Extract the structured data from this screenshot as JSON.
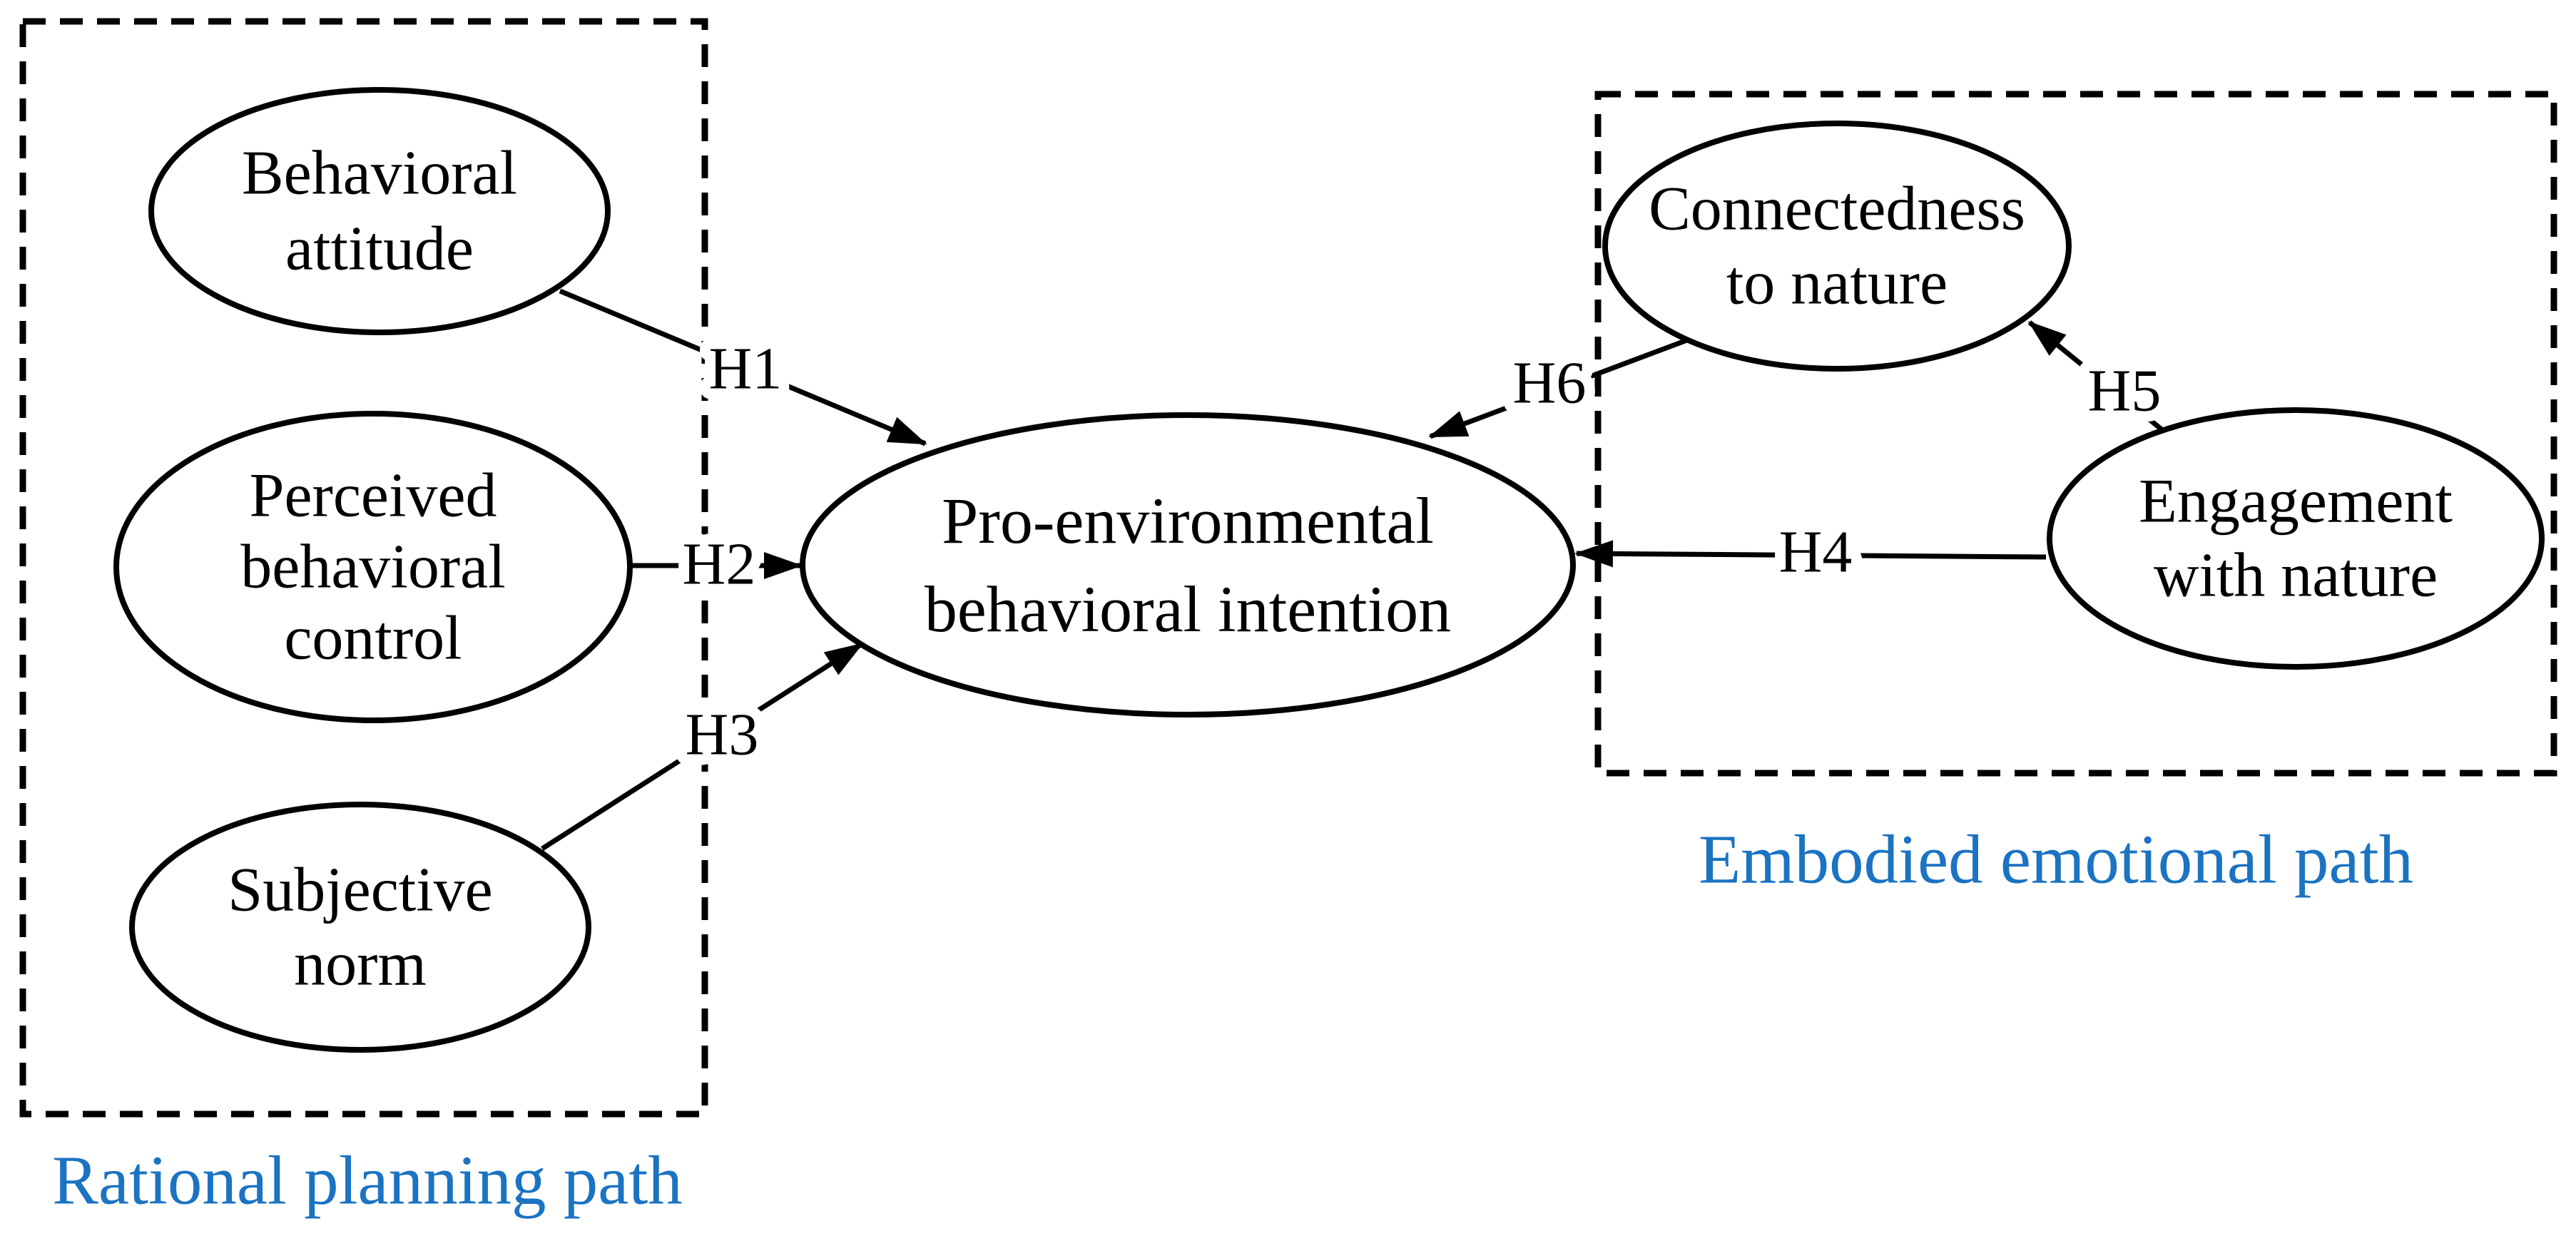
{
  "colors": {
    "ink": "#000000",
    "accent_blue": "#1b73c2",
    "background": "#ffffff"
  },
  "nodes": [
    {
      "id": "behavioral-attitude",
      "lines": [
        "Behavioral",
        "attitude"
      ]
    },
    {
      "id": "perceived-behavioral-control",
      "lines": [
        "Perceived",
        "behavioral",
        "control"
      ]
    },
    {
      "id": "subjective-norm",
      "lines": [
        "Subjective",
        "norm"
      ]
    },
    {
      "id": "pro-environmental-behavioral-intention",
      "lines": [
        "Pro-environmental",
        "behavioral intention"
      ]
    },
    {
      "id": "connectedness-to-nature",
      "lines": [
        "Connectedness",
        "to nature"
      ]
    },
    {
      "id": "engagement-with-nature",
      "lines": [
        "Engagement",
        "with nature"
      ]
    }
  ],
  "hypotheses": [
    {
      "id": "H1",
      "label": "H1",
      "from": "Behavioral attitude",
      "to": "Pro-environmental behavioral intention"
    },
    {
      "id": "H2",
      "label": "H2",
      "from": "Perceived behavioral control",
      "to": "Pro-environmental behavioral intention"
    },
    {
      "id": "H3",
      "label": "H3",
      "from": "Subjective norm",
      "to": "Pro-environmental behavioral intention"
    },
    {
      "id": "H4",
      "label": "H4",
      "from": "Engagement with nature",
      "to": "Pro-environmental behavioral intention"
    },
    {
      "id": "H5",
      "label": "H5",
      "from": "Engagement with nature",
      "to": "Connectedness to nature"
    },
    {
      "id": "H6",
      "label": "H6",
      "from": "Connectedness to nature",
      "to": "Pro-environmental behavioral intention"
    }
  ],
  "groups": [
    {
      "id": "rational-planning",
      "label": "Rational planning path"
    },
    {
      "id": "embodied-emotional",
      "label": "Embodied emotional path"
    }
  ]
}
